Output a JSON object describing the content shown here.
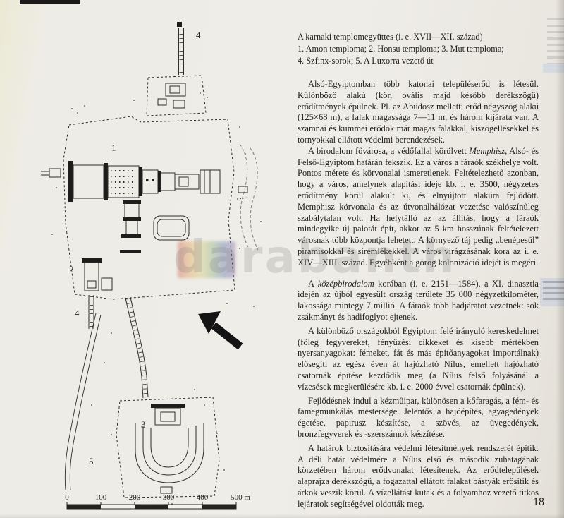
{
  "page": {
    "number": "18",
    "watermark": "darabanth"
  },
  "colors": {
    "paper": "#eeece6",
    "ink": "#1d1c1a",
    "map_line": "#2e2c29"
  },
  "figure": {
    "caption": {
      "title": "A karnaki templomegyüttes (i. e. XVII—XII. század)",
      "line1": "1. Amon temploma; 2. Honsu temploma; 3. Mut temploma;",
      "line2": "4. Szfinx-sorok; 5. A Luxorra vezető út"
    },
    "map": {
      "labels": {
        "amon": "1",
        "honsu": "2",
        "mut": "3",
        "sphinx_top": "4",
        "sphinx_mid": "4",
        "luxor_road": "5"
      },
      "scale_ticks": [
        "0",
        "100",
        "200",
        "300",
        "400",
        "500 m"
      ]
    }
  },
  "body": {
    "p1": "Alsó-Egyiptomban több katonai településerőd is létesül. Különböző alakú (kör, ovális majd később derékszögű) erődítmények épülnek. Pl. az Abüdosz melletti erőd négyszög alakú (125×68 m), a falak magassága 7—11 m, és három kijárata van. A szamnai és kummei erődök már magas falakkal, kiszögellésekkel és tornyokkal ellátott védelmi berendezések.",
    "p2": {
      "pre": "A birodalom fővárosa, a védőfallal körülvett ",
      "italic": "Memphisz,",
      "post": " Alsó- és Felső-Egyiptom határán fekszik. Ez a város a fáraók székhelye volt. Pontos mérete és körvonalai ismeretlenek. Feltételezhető azonban, hogy a város, amelynek alapítási ideje kb. i. e. 3500, négyzetes erődítmény körül alakult ki, és elnyújtott alakúra fejlődött. Memphisz körvonala és az útvonalhálózat vezetése valószínűleg szabálytalan volt. Ha helytálló az az állítás, hogy a fáraók mindegyike új palotát épít, akkor az 5 km hosszúnak feltételezett városnak több központja lehetett. A környező táj pedig „benépesül” piramisokkal és síremlékekkel. A város virágzásának kora az i. e. XIV—XIII. század. Egyébként a görög kolonizáció idejét is megéri."
    },
    "p3": {
      "pre": "A ",
      "italic": "középbirodalom",
      "post": " korában (i. e. 2151—1584), a XI. dinasztia idején az újból egyesült ország területe 35 000 négyzetkilométer, lakossága mintegy 7 millió. A fáraók több hadjáratot vezetnek: sok zsákmányt és hadifoglyot ejtenek."
    },
    "p4": "A különböző országokból Egyiptom felé irányuló kereskedelmet (főleg fegyvereket, fényűzési cikkeket és kisebb mértékben nyersanyagokat: fémeket, fát és más építőanyagokat importálnak) elősegíti az egész éven át hajózható Nílus, emellett hajózható csatornák építése kezdődik meg (a Nílus felső folyásánál a vízesések megkerülésére kb. i. e. 2000 évvel csatornák épülnek).",
    "p5": "Fejlődésnek indul a kézműipar, különösen a kőfaragás, a fém- és famegmunkálás mestersége. Jelentős a hajóépítés, agyagedények égetése, papirusz készítése, a szövés, az üvegedények, bronzfegyverek és -szerszámok készítése.",
    "p6": "A határok biztosítására védelmi létesítmények rendszerét építik. A déli határ védelmére a Nílus első és második zuhatagának körzetében három erődvonalat létesítenek. Az erődtelepülések alaprajza derékszögű, a fogazattal ellátott falakat bástyák erősítik és árkok veszik körül. A vízellátást kutak és a folyamhoz vezető titkos lejáratok segítségével oldották meg."
  }
}
